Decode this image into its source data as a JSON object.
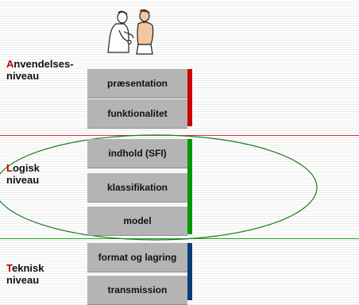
{
  "colors": {
    "presentation_bar": "#cc0000",
    "logical_bar": "#009900",
    "technical_bar": "#0a3c78",
    "separator_top": "#d23030",
    "separator_bottom": "#22aa22",
    "ellipse": "#1c7a1c",
    "box": "#b4b4b4",
    "initial_letter": "#c00000"
  },
  "icons": {
    "illustration": "doctor-patient-icon"
  },
  "levels": {
    "application": {
      "initial": "A",
      "rest_line1": "nvendelses-",
      "line2": "niveau"
    },
    "logical": {
      "initial": "L",
      "rest_line1": "ogisk",
      "line2": "niveau"
    },
    "technical": {
      "initial": "T",
      "rest_line1": "eknisk",
      "line2": "niveau"
    }
  },
  "boxes": {
    "presentation": "præsentation",
    "functionality": "funktionalitet",
    "content": "indhold (SFI)",
    "classification": "klassifikation",
    "model": "model",
    "format": "format og lagring",
    "transmission": "transmission"
  }
}
